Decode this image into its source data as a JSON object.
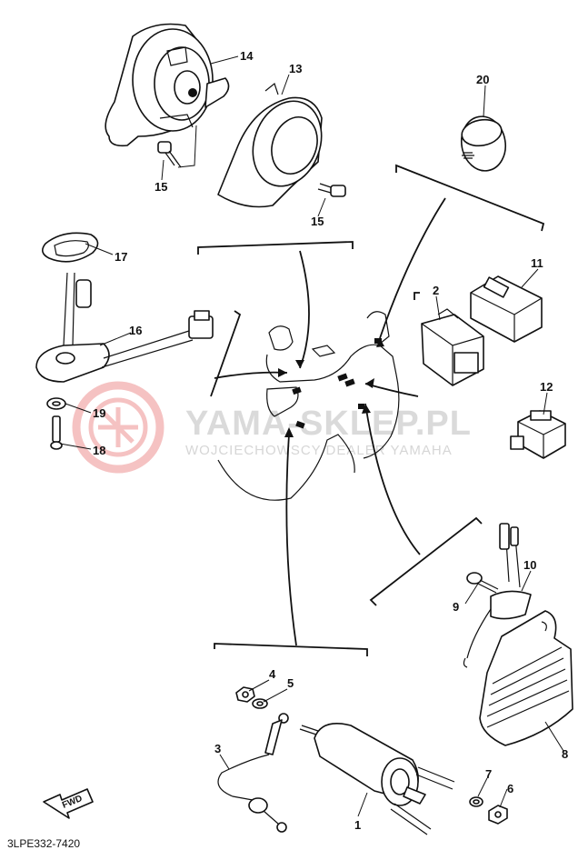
{
  "diagram_code": "3LPE332-7420",
  "fwd_label": "FWD",
  "watermark": {
    "title": "YAMA-SKLEP.PL",
    "subtitle": "WOJCIECHOWSCY DEALER YAMAHA"
  },
  "callouts": {
    "c1": "1",
    "c2": "2",
    "c3": "3",
    "c4": "4",
    "c5": "5",
    "c6": "6",
    "c7": "7",
    "c8": "8",
    "c9": "9",
    "c10": "10",
    "c11": "11",
    "c12": "12",
    "c13": "13",
    "c14": "14",
    "c15a": "15",
    "c15b": "15",
    "c16": "16",
    "c17": "17",
    "c18": "18",
    "c19": "19",
    "c20": "20"
  }
}
